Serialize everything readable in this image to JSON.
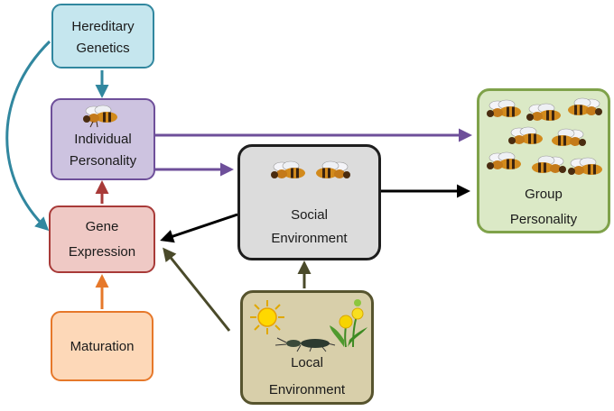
{
  "diagram": {
    "nodes": {
      "hereditary_genetics": {
        "line1": "Hereditary",
        "line2": "Genetics",
        "fill": "#c5e6ee",
        "stroke": "#31879f"
      },
      "individual_personality": {
        "line1": "Individual",
        "line2": "Personality",
        "fill": "#cdc3e0",
        "stroke": "#6e4f9a"
      },
      "gene_expression": {
        "line1": "Gene",
        "line2": "Expression",
        "fill": "#efc9c5",
        "stroke": "#a83a38"
      },
      "maturation": {
        "label": "Maturation",
        "fill": "#fdd8b8",
        "stroke": "#e6782a"
      },
      "social_environment": {
        "line1": "Social",
        "line2": "Environment",
        "fill": "#dcdcdc",
        "stroke": "#1e1e1e"
      },
      "local_environment": {
        "line1": "Local",
        "line2": "Environment",
        "fill": "#d8cfaa",
        "stroke": "#57542e"
      },
      "group_personality": {
        "line1": "Group",
        "line2": "Personality",
        "fill": "#dbe9c6",
        "stroke": "#7fa24a"
      }
    },
    "icons": [
      "bee-icon",
      "sun-icon",
      "dandelion-icon",
      "beetle-icon"
    ]
  }
}
